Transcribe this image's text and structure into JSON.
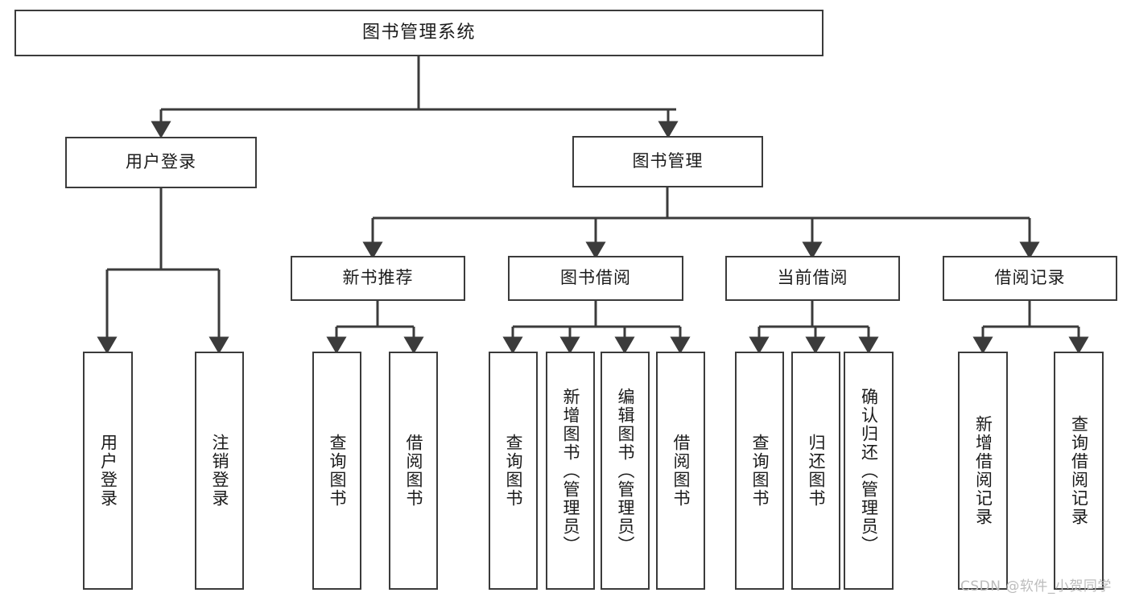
{
  "diagram": {
    "type": "hierarchy-tree",
    "title": "图书管理系统",
    "root": {
      "label": "图书管理系统"
    },
    "level2": [
      {
        "label": "用户登录"
      },
      {
        "label": "图书管理"
      }
    ],
    "level3": [
      {
        "label": "新书推荐"
      },
      {
        "label": "图书借阅"
      },
      {
        "label": "当前借阅"
      },
      {
        "label": "借阅记录"
      }
    ],
    "leaves": {
      "user_login": [
        {
          "label": "用户登录"
        },
        {
          "label": "注销登录"
        }
      ],
      "new_book_recommend": [
        {
          "label": "查询图书"
        },
        {
          "label": "借阅图书"
        }
      ],
      "book_borrow": [
        {
          "label": "查询图书"
        },
        {
          "label": "新增图书（管理员）"
        },
        {
          "label": "编辑图书（管理员）"
        },
        {
          "label": "借阅图书"
        }
      ],
      "current_borrow": [
        {
          "label": "查询图书"
        },
        {
          "label": "归还图书"
        },
        {
          "label": "确认归还（管理员）"
        }
      ],
      "borrow_record": [
        {
          "label": "新增借阅记录"
        },
        {
          "label": "查询借阅记录"
        }
      ]
    }
  },
  "watermark": {
    "text": "CSDN @软件_小贺同学"
  },
  "colors": {
    "border": "#3b3b3b",
    "text": "#1b1b1b",
    "background": "#ffffff",
    "watermark": "#bcbcbc"
  }
}
